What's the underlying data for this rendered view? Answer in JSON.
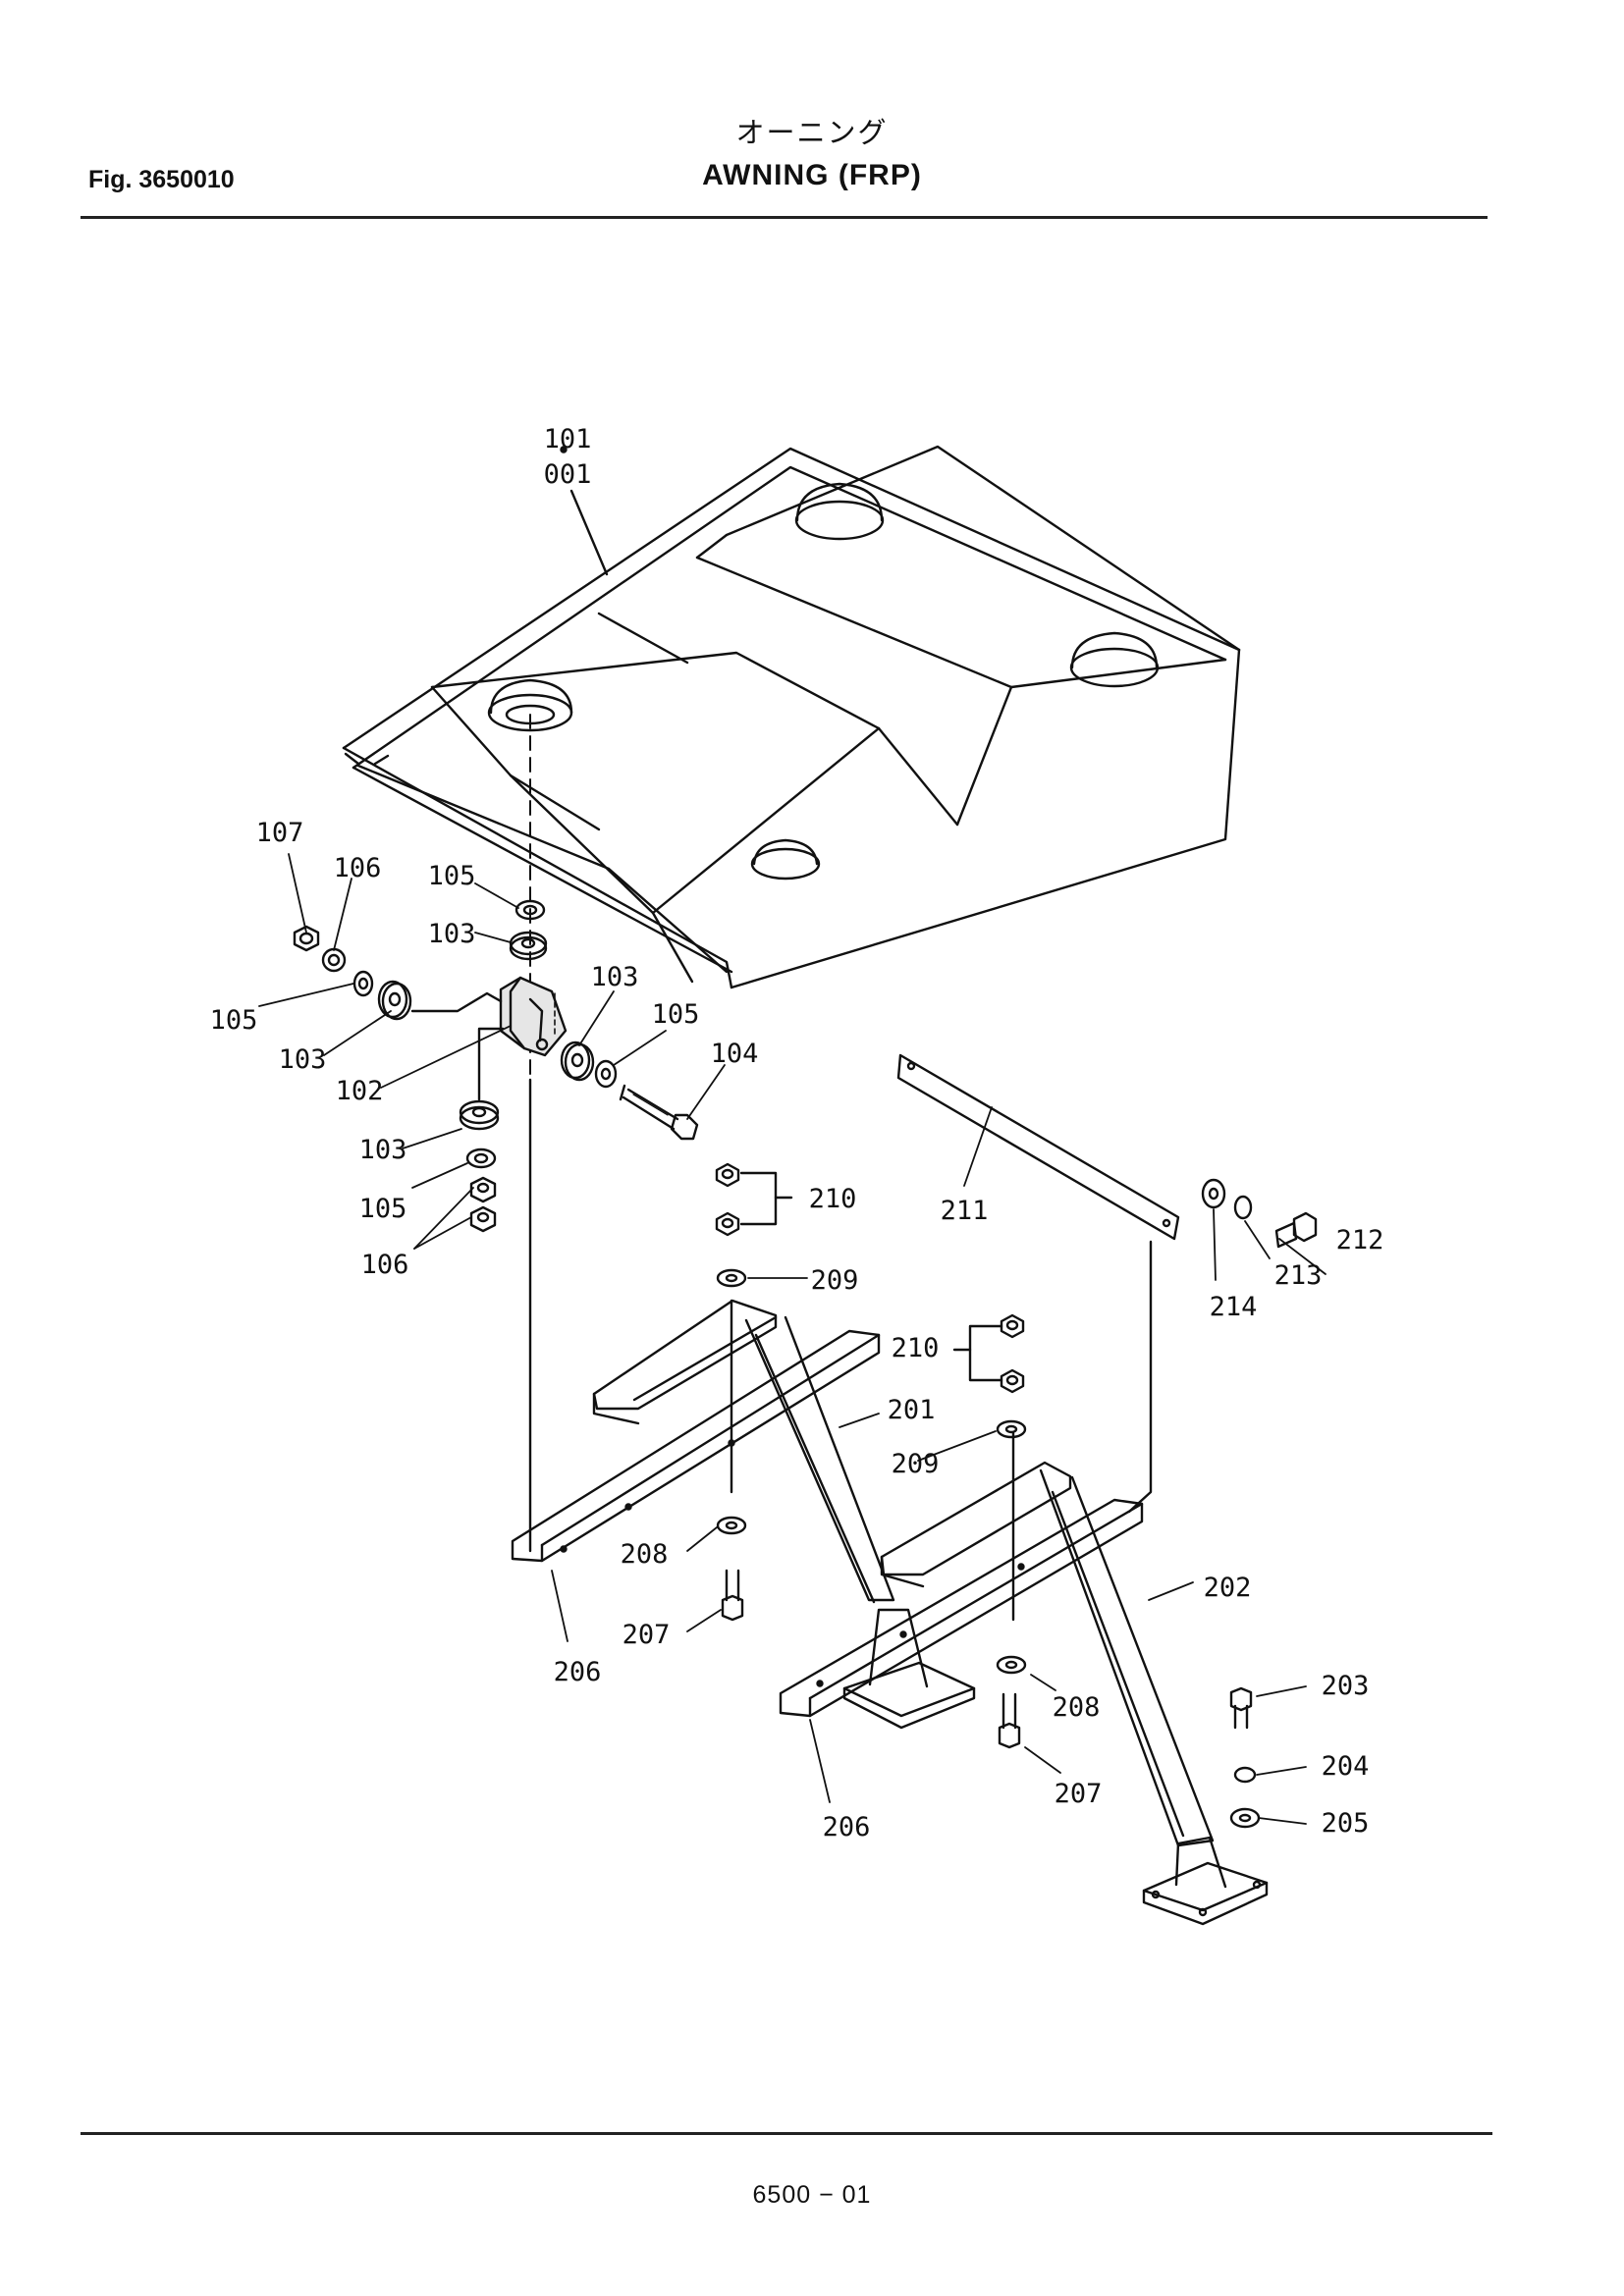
{
  "header": {
    "title_jp": "オーニング",
    "fig_no": "Fig. 3650010",
    "title_en": "AWNING (FRP)"
  },
  "footer": {
    "page": "6500 − 01"
  },
  "callouts": {
    "c101": "101",
    "c001": "001",
    "c107": "107",
    "c106a": "106",
    "c105a": "105",
    "c103a": "103",
    "c105b": "105",
    "c103b": "103",
    "c103c": "103",
    "c102": "102",
    "c105c": "105",
    "c104": "104",
    "c103d": "103",
    "c105d": "105",
    "c106b": "106",
    "c210a": "210",
    "c209a": "209",
    "c211": "211",
    "c212": "212",
    "c213": "213",
    "c214": "214",
    "c210b": "210",
    "c201": "201",
    "c209b": "209",
    "c208a": "208",
    "c207a": "207",
    "c206a": "206",
    "c202": "202",
    "c208b": "208",
    "c207b": "207",
    "c206b": "206",
    "c203": "203",
    "c204": "204",
    "c205": "205"
  }
}
